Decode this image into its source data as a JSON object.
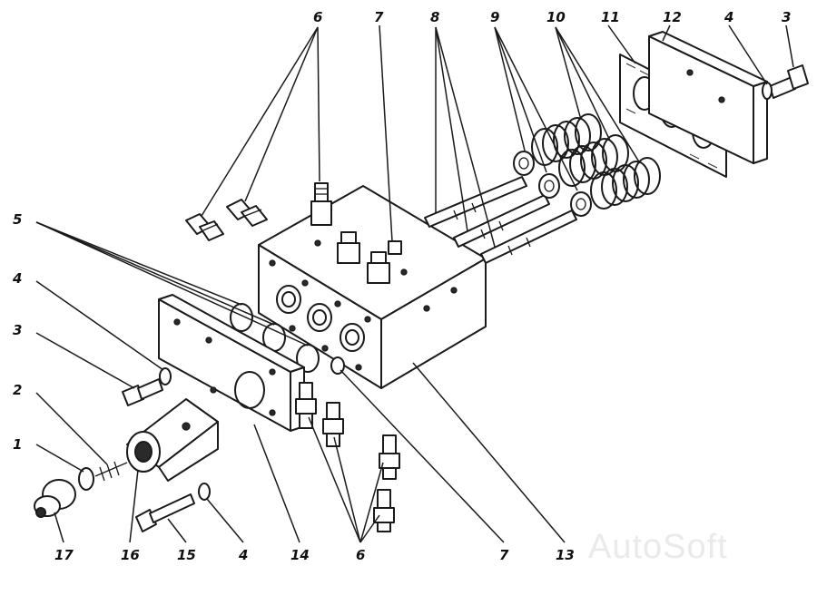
{
  "diagram": {
    "callouts": {
      "c1": "1",
      "c2": "2",
      "c3a": "3",
      "c3b": "3",
      "c4a": "4",
      "c4b": "4",
      "c4c": "4",
      "c5": "5",
      "c6a": "6",
      "c6b": "6",
      "c7a": "7",
      "c7b": "7",
      "c8": "8",
      "c9": "9",
      "c10": "10",
      "c11": "11",
      "c12": "12",
      "c13": "13",
      "c14": "14",
      "c15": "15",
      "c16": "16",
      "c17": "17"
    },
    "watermark": "AutoSoft"
  }
}
